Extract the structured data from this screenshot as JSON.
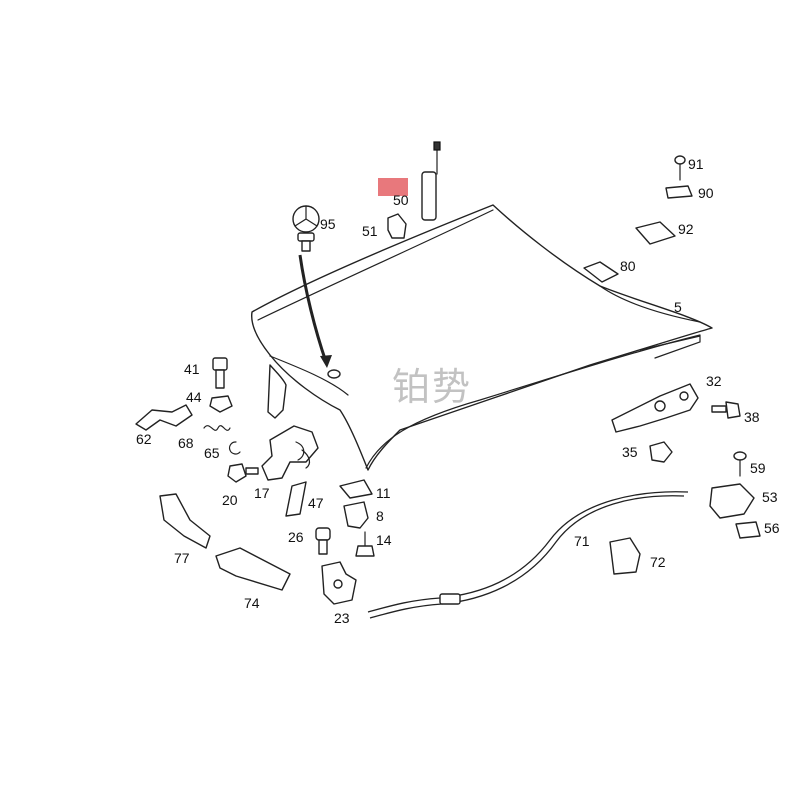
{
  "watermark": "铂势",
  "highlight_color": "#e8787c",
  "labels": {
    "p91": "91",
    "p90": "90",
    "p92": "92",
    "p80": "80",
    "p50": "50",
    "p51": "51",
    "p95": "95",
    "p5": "5",
    "p41": "41",
    "p44": "44",
    "p62": "62",
    "p68": "68",
    "p65": "65",
    "p20": "20",
    "p17": "17",
    "p47": "47",
    "p11": "11",
    "p8": "8",
    "p14": "14",
    "p26": "26",
    "p23": "23",
    "p32": "32",
    "p38": "38",
    "p35": "35",
    "p59": "59",
    "p53": "53",
    "p56": "56",
    "p71": "71",
    "p72": "72",
    "p77": "77",
    "p74": "74"
  }
}
